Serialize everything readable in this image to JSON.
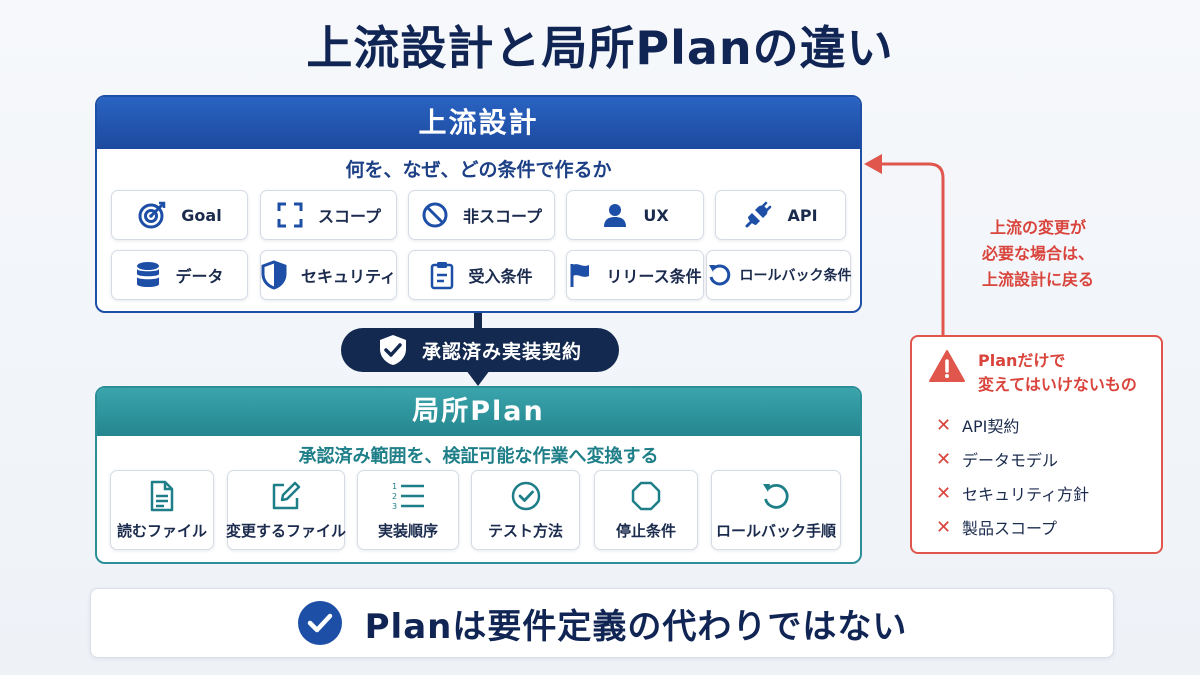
{
  "title": "上流設計と局所Planの違い",
  "upstream": {
    "title": "上流設計",
    "subtitle": "何を、なぜ、どの条件で作るか",
    "items": [
      {
        "label": "Goal",
        "icon": "target-icon"
      },
      {
        "label": "スコープ",
        "icon": "scope-brackets-icon"
      },
      {
        "label": "非スコープ",
        "icon": "prohibited-icon"
      },
      {
        "label": "UX",
        "icon": "user-icon"
      },
      {
        "label": "API",
        "icon": "plug-icon"
      },
      {
        "label": "データ",
        "icon": "database-icon"
      },
      {
        "label": "セキュリティ",
        "icon": "shield-icon"
      },
      {
        "label": "受入条件",
        "icon": "clipboard-icon"
      },
      {
        "label": "リリース条件",
        "icon": "flag-icon"
      },
      {
        "label": "ロールバック条件",
        "icon": "undo-icon"
      }
    ]
  },
  "contract_badge": "承認済み実装契約",
  "local_plan": {
    "title": "局所Plan",
    "subtitle": "承認済み範囲を、検証可能な作業へ変換する",
    "items": [
      {
        "label": "読むファイル",
        "icon": "document-icon"
      },
      {
        "label": "変更するファイル",
        "icon": "edit-icon"
      },
      {
        "label": "実装順序",
        "icon": "numbered-list-icon"
      },
      {
        "label": "テスト方法",
        "icon": "check-circle-icon"
      },
      {
        "label": "停止条件",
        "icon": "stop-octagon-icon"
      },
      {
        "label": "ロールバック手順",
        "icon": "rollback-icon"
      }
    ]
  },
  "return_note": [
    "上流の変更が",
    "必要な場合は、",
    "上流設計に戻る"
  ],
  "forbidden": {
    "title": [
      "Planだけで",
      "変えてはいけないもの"
    ],
    "items": [
      "API契約",
      "データモデル",
      "セキュリティ方針",
      "製品スコープ"
    ]
  },
  "banner": "Planは要件定義の代わりではない",
  "colors": {
    "navy": "#102554",
    "upstream_blue": "#1e4fa6",
    "plan_teal": "#2c8f98",
    "warning_red": "#d9443c"
  }
}
